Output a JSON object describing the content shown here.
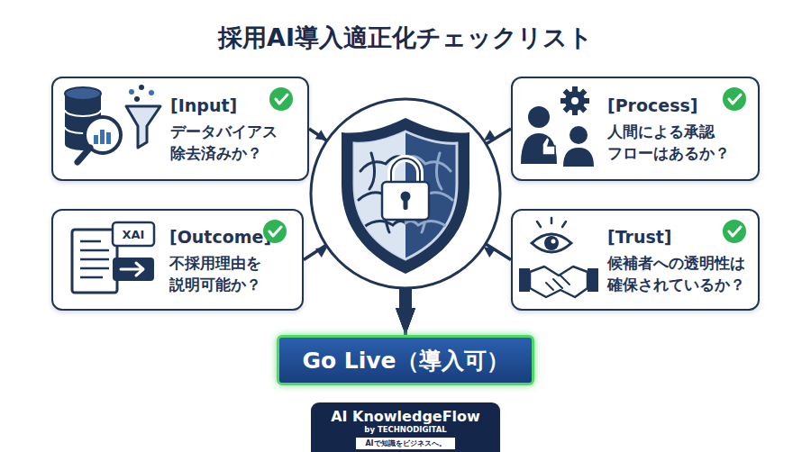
{
  "diagram": {
    "title": "採用AI導入適正化チェックリスト",
    "nodes": [
      {
        "text": [
          "[Input]",
          "データバイアス 除去済みか？"
        ]
      },
      {
        "text": [
          "[Process]",
          "人間による承認 フローはあるか？"
        ]
      },
      {
        "text": [
          "[Outcome]",
          "不採用理由を 説明可能か？"
        ]
      },
      {
        "text": [
          "[Trust]",
          "候補者への透明性は 確保されているか？"
        ]
      },
      {
        "text": [
          "Go Live（導入可）"
        ]
      },
      {
        "text": [
          "AI KnowledgeFlow",
          "by TECHNODIGITAL",
          "AIで知識をビジネスへ。"
        ]
      }
    ],
    "edges": [
      {
        "from": 0,
        "to": 4,
        "arrow": "to"
      },
      {
        "from": 1,
        "to": 4,
        "arrow": "to"
      },
      {
        "from": 2,
        "to": 4,
        "arrow": "to"
      },
      {
        "from": 3,
        "to": 4,
        "arrow": "to"
      }
    ],
    "labels": [
      "XAI"
    ]
  }
}
